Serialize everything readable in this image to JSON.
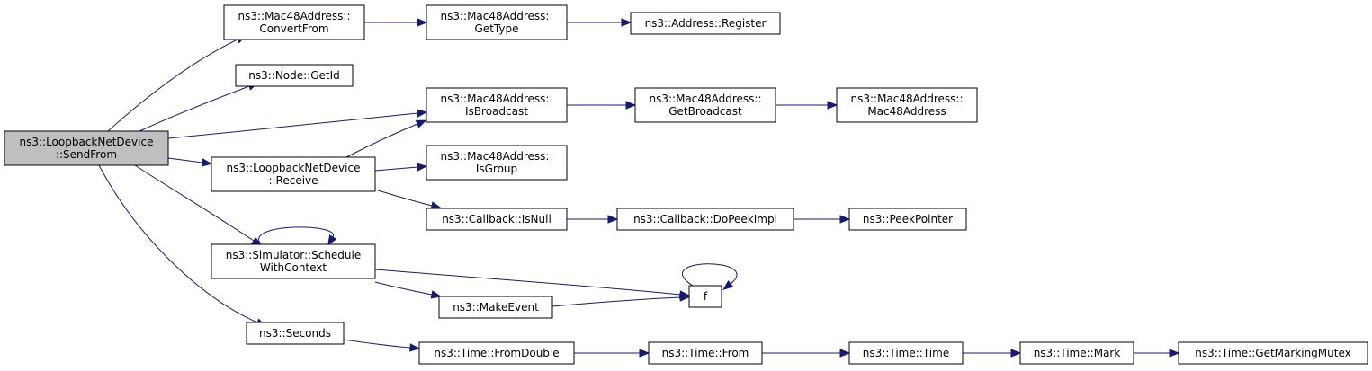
{
  "diagram": {
    "type": "call-graph",
    "colors": {
      "edge": "#191970",
      "root_fill": "#bfbfbf",
      "node_fill": "#ffffff",
      "node_stroke": "#000000"
    },
    "nodes": [
      {
        "id": "sendfrom",
        "lines": [
          "ns3::LoopbackNetDevice",
          "::SendFrom"
        ],
        "root": true
      },
      {
        "id": "convertfrom",
        "lines": [
          "ns3::Mac48Address::",
          "ConvertFrom"
        ]
      },
      {
        "id": "gettype",
        "lines": [
          "ns3::Mac48Address::",
          "GetType"
        ]
      },
      {
        "id": "register",
        "lines": [
          "ns3::Address::Register"
        ]
      },
      {
        "id": "getid",
        "lines": [
          "ns3::Node::GetId"
        ]
      },
      {
        "id": "isbroadcast",
        "lines": [
          "ns3::Mac48Address::",
          "IsBroadcast"
        ]
      },
      {
        "id": "getbroadcast",
        "lines": [
          "ns3::Mac48Address::",
          "GetBroadcast"
        ]
      },
      {
        "id": "mac48address",
        "lines": [
          "ns3::Mac48Address::",
          "Mac48Address"
        ]
      },
      {
        "id": "receive",
        "lines": [
          "ns3::LoopbackNetDevice",
          "::Receive"
        ]
      },
      {
        "id": "isgroup",
        "lines": [
          "ns3::Mac48Address::",
          "IsGroup"
        ]
      },
      {
        "id": "isnull",
        "lines": [
          "ns3::Callback::IsNull"
        ]
      },
      {
        "id": "dopeekimpl",
        "lines": [
          "ns3::Callback::DoPeekImpl"
        ]
      },
      {
        "id": "peekpointer",
        "lines": [
          "ns3::PeekPointer"
        ]
      },
      {
        "id": "schedule",
        "lines": [
          "ns3::Simulator::Schedule",
          "WithContext"
        ]
      },
      {
        "id": "makeevent",
        "lines": [
          "ns3::MakeEvent"
        ]
      },
      {
        "id": "f",
        "lines": [
          "f"
        ]
      },
      {
        "id": "seconds",
        "lines": [
          "ns3::Seconds"
        ]
      },
      {
        "id": "fromdouble",
        "lines": [
          "ns3::Time::FromDouble"
        ]
      },
      {
        "id": "from",
        "lines": [
          "ns3::Time::From"
        ]
      },
      {
        "id": "time",
        "lines": [
          "ns3::Time::Time"
        ]
      },
      {
        "id": "mark",
        "lines": [
          "ns3::Time::Mark"
        ]
      },
      {
        "id": "getmarkingmutex",
        "lines": [
          "ns3::Time::GetMarkingMutex"
        ]
      }
    ],
    "edges": [
      {
        "from": "sendfrom",
        "to": "convertfrom"
      },
      {
        "from": "convertfrom",
        "to": "gettype"
      },
      {
        "from": "gettype",
        "to": "register"
      },
      {
        "from": "sendfrom",
        "to": "getid"
      },
      {
        "from": "sendfrom",
        "to": "isbroadcast"
      },
      {
        "from": "isbroadcast",
        "to": "getbroadcast"
      },
      {
        "from": "getbroadcast",
        "to": "mac48address"
      },
      {
        "from": "sendfrom",
        "to": "receive"
      },
      {
        "from": "receive",
        "to": "isbroadcast"
      },
      {
        "from": "receive",
        "to": "isgroup"
      },
      {
        "from": "receive",
        "to": "isnull"
      },
      {
        "from": "isnull",
        "to": "dopeekimpl"
      },
      {
        "from": "dopeekimpl",
        "to": "peekpointer"
      },
      {
        "from": "sendfrom",
        "to": "schedule"
      },
      {
        "from": "schedule",
        "to": "schedule"
      },
      {
        "from": "schedule",
        "to": "f"
      },
      {
        "from": "schedule",
        "to": "makeevent"
      },
      {
        "from": "makeevent",
        "to": "f"
      },
      {
        "from": "f",
        "to": "f"
      },
      {
        "from": "sendfrom",
        "to": "seconds"
      },
      {
        "from": "seconds",
        "to": "fromdouble"
      },
      {
        "from": "fromdouble",
        "to": "from"
      },
      {
        "from": "from",
        "to": "time"
      },
      {
        "from": "time",
        "to": "mark"
      },
      {
        "from": "mark",
        "to": "getmarkingmutex"
      }
    ]
  }
}
